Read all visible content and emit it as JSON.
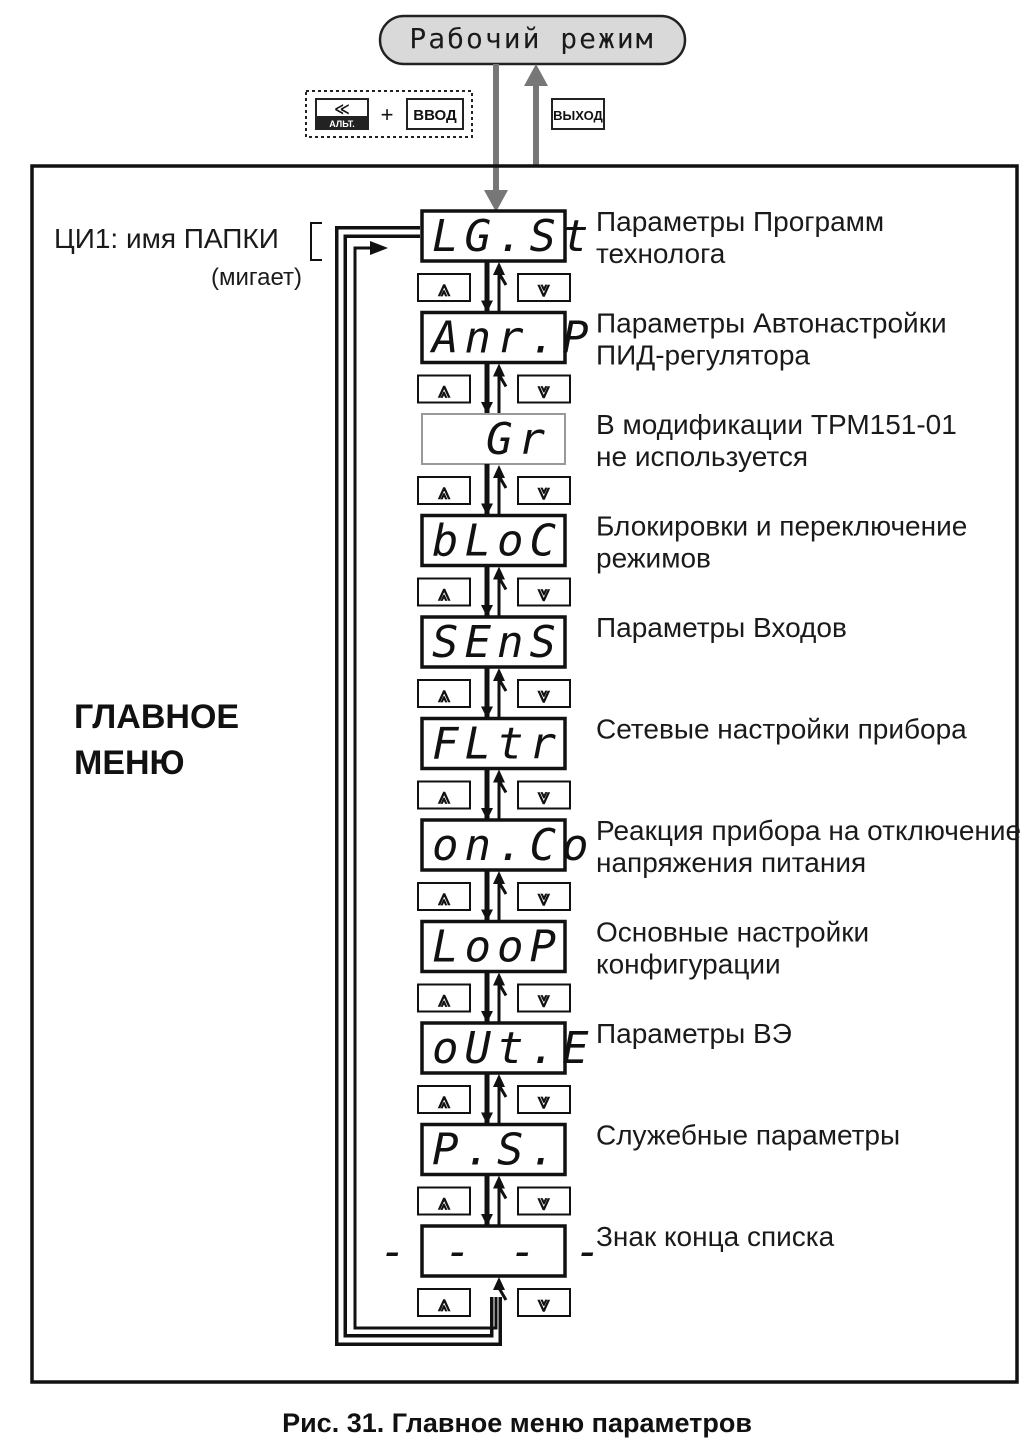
{
  "mode": {
    "label": "Рабочий режим"
  },
  "enter_keys": {
    "alt_symbol": "≪",
    "alt_label": "АЛЬТ.",
    "plus": "+",
    "enter_label": "ВВОД"
  },
  "exit_key": {
    "label": "ВЫХОД"
  },
  "display_label": {
    "line1": "ЦИ1: имя ПАПКИ",
    "line2": "(мигает)"
  },
  "menu_title": {
    "line1": "ГЛАВНОЕ",
    "line2": "МЕНЮ"
  },
  "arrow_up_glyph": "⩓",
  "arrow_down_glyph": "⩔",
  "menu_items": [
    {
      "code": "LG.St",
      "desc1": "Параметры Программ",
      "desc2": "технолога"
    },
    {
      "code": "Anr.P",
      "desc1": "Параметры Автонастройки",
      "desc2": "ПИД-регулятора"
    },
    {
      "code": "Gr",
      "desc1": "В модификации ТРМ151-01",
      "desc2": "не используется"
    },
    {
      "code": "bLoC",
      "desc1": "Блокировки и переключение",
      "desc2": "режимов"
    },
    {
      "code": "SEnS",
      "desc1": "Параметры Входов",
      "desc2": ""
    },
    {
      "code": "FLtr",
      "desc1": "Сетевые настройки прибора",
      "desc2": ""
    },
    {
      "code": "on.Co",
      "desc1": "Реакция прибора на отключение",
      "desc2": "напряжения питания"
    },
    {
      "code": "LooP",
      "desc1": "Основные настройки",
      "desc2": "конфигурации"
    },
    {
      "code": "oUt.E",
      "desc1": "Параметры ВЭ",
      "desc2": ""
    },
    {
      "code": "P.S.",
      "desc1": "Служебные параметры",
      "desc2": ""
    },
    {
      "code": "- - - -",
      "desc1": "Знак конца списка",
      "desc2": ""
    }
  ],
  "caption": "Рис. 31. Главное меню параметров"
}
